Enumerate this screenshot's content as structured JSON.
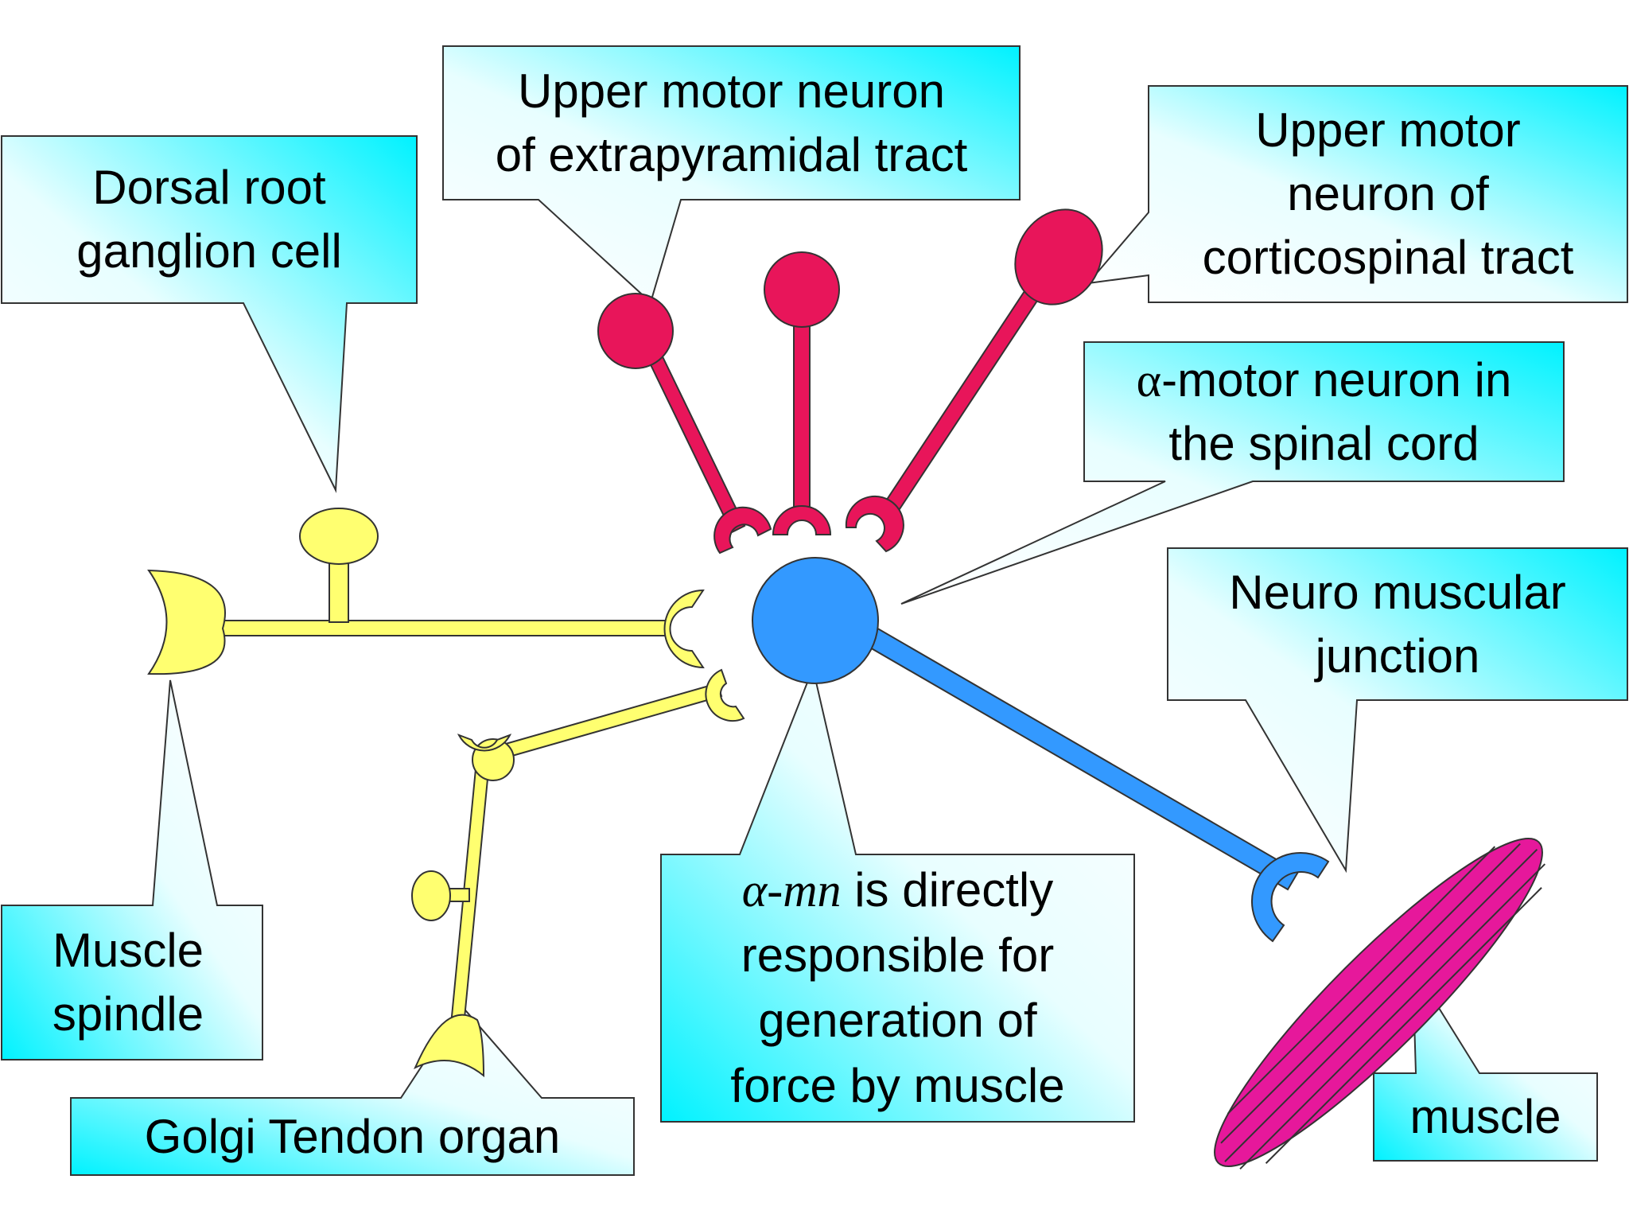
{
  "colors": {
    "callout_gradient_start": "#00f2ff",
    "callout_gradient_end": "#ffffff",
    "sensory_neuron": "#ffff70",
    "upper_motor_neuron": "#e8155a",
    "alpha_motor_neuron": "#3399ff",
    "muscle": "#e6189b",
    "outline": "#333333"
  },
  "labels": {
    "dorsal_root": [
      "Dorsal root",
      "ganglion cell"
    ],
    "upper_extrapyramidal": [
      "Upper motor neuron",
      "of extrapyramidal tract"
    ],
    "upper_corticospinal": [
      "Upper motor",
      "neuron of",
      "corticospinal tract"
    ],
    "alpha_motor": {
      "symbol": "α",
      "rest_line1": "-motor neuron in",
      "line2": "the spinal cord"
    },
    "neuromuscular": [
      "Neuro muscular",
      "junction"
    ],
    "muscle_spindle": [
      "Muscle",
      "spindle"
    ],
    "golgi": [
      "Golgi Tendon organ"
    ],
    "alpha_mn": {
      "italic": "α-mn",
      "rest_line1": " is directly",
      "line2": "responsible for",
      "line3": "generation of",
      "line4": "force by muscle"
    },
    "muscle": [
      "muscle"
    ]
  }
}
